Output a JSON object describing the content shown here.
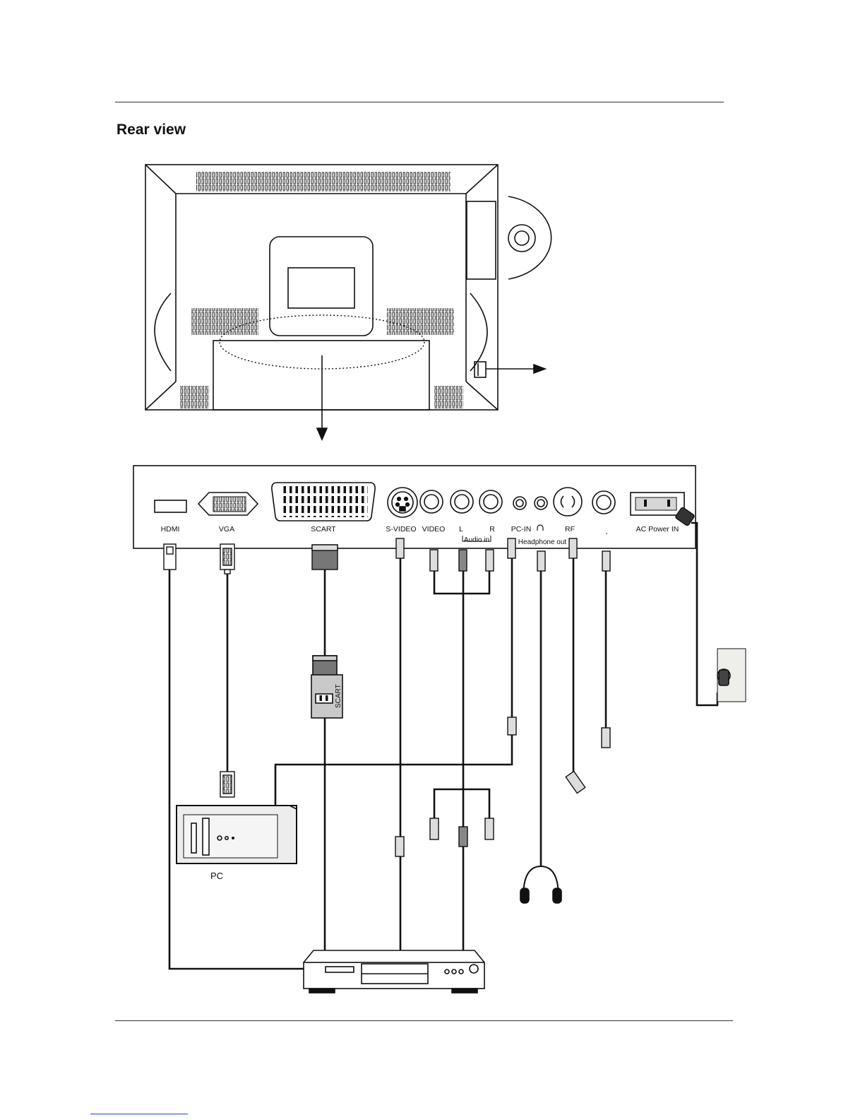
{
  "page": {
    "heading": "Rear view"
  },
  "panel_labels": {
    "hdmi": "HDMI",
    "vga": "VGA",
    "scart": "SCART",
    "s_video": "S-VIDEO",
    "video": "VIDEO",
    "audio_l": "L",
    "audio_r": "R",
    "audio_in": "Audio in",
    "pc_in": "PC-IN",
    "headphone_out": "Headphone out",
    "rf": "RF",
    "unlabeled_jack": "'",
    "ac_power_in": "AC Power IN"
  },
  "device_labels": {
    "scart_adapter": "SCART",
    "pc": "PC"
  },
  "icons": [
    "headphone-symbol-icon",
    "tv-rear-icon",
    "disc-icon",
    "pc-tower-icon",
    "dvd-player-icon",
    "headphones-icon",
    "wall-outlet-icon"
  ]
}
